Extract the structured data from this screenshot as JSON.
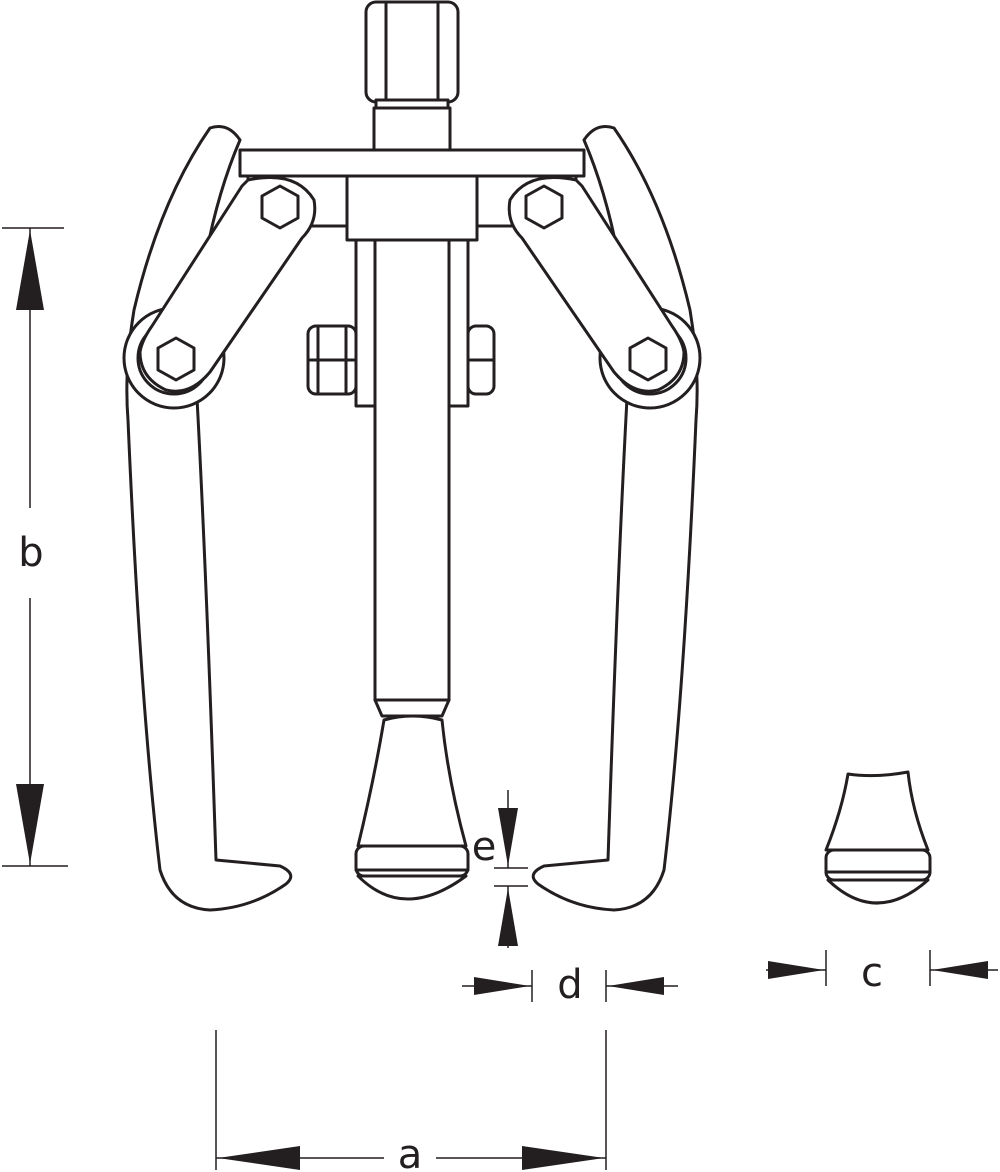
{
  "dimensions": {
    "a": "a",
    "b": "b",
    "c": "c",
    "d": "d",
    "e": "e"
  },
  "colors": {
    "line": "#231f20",
    "background": "#ffffff"
  }
}
